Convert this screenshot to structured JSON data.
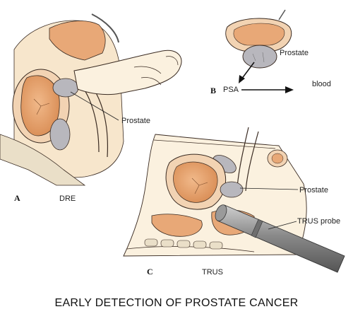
{
  "panel_a": {
    "letter": "A",
    "caption": "DRE",
    "structure_label": "Prostate"
  },
  "panel_b": {
    "letter": "B",
    "structure_label": "Prostate",
    "marker_label": "PSA",
    "destination_label": "blood"
  },
  "panel_c": {
    "letter": "C",
    "caption": "TRUS",
    "structure_label": "Prostate",
    "instrument_label": "TRUS probe"
  },
  "figure_title": "EARLY DETECTION OF PROSTATE CANCER",
  "colors": {
    "tissue_orange": "#e8a877",
    "tissue_light": "#f2d3b3",
    "skin": "#fbf1df",
    "bone": "#eadfc8",
    "prostate_gray": "#b8b7bd",
    "probe_gray": "#8e8e8e",
    "outline": "#3a2b22"
  }
}
